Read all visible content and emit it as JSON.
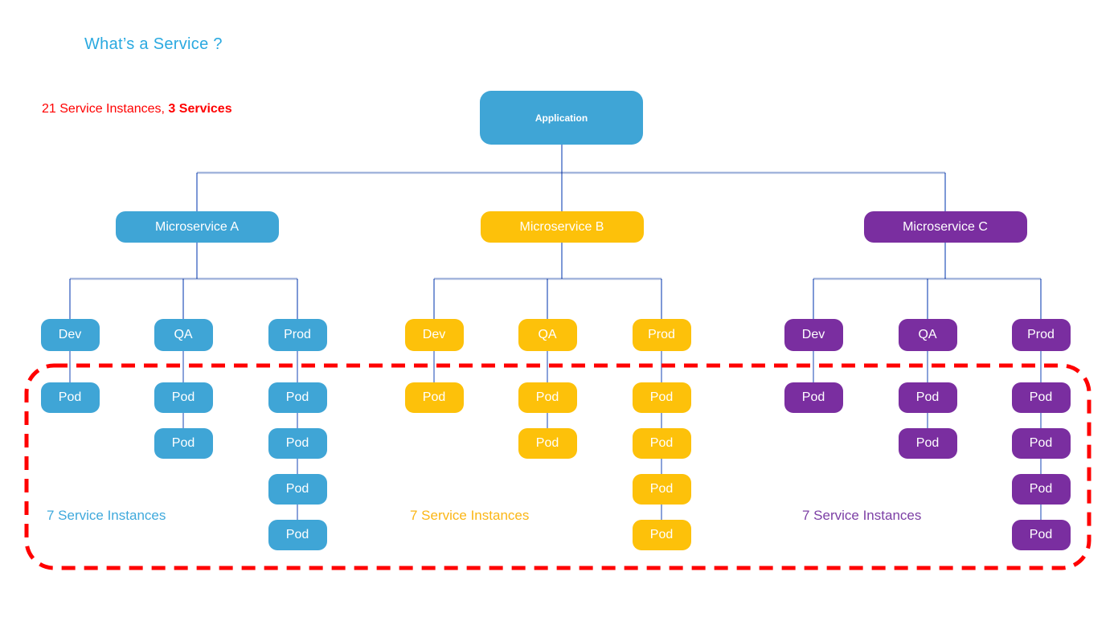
{
  "title": {
    "text": "What’s a Service ?",
    "color": "#2AA9E0"
  },
  "summary": {
    "prefix": "21 Service Instances, ",
    "bold": "3 Services",
    "color": "#FF0000"
  },
  "application": {
    "label": "Application",
    "color": "#3FA5D6"
  },
  "services": [
    {
      "label": "Microservice A",
      "color": "#3FA5D6",
      "label_color": "#3FA9DC",
      "instances_label": "7 Service Instances",
      "environments": [
        {
          "label": "Dev",
          "pods": [
            "Pod"
          ]
        },
        {
          "label": "QA",
          "pods": [
            "Pod",
            "Pod"
          ]
        },
        {
          "label": "Prod",
          "pods": [
            "Pod",
            "Pod",
            "Pod",
            "Pod"
          ]
        }
      ]
    },
    {
      "label": "Microservice B",
      "color": "#FDC10A",
      "label_color": "#FBB615",
      "instances_label": "7 Service Instances",
      "environments": [
        {
          "label": "Dev",
          "pods": [
            "Pod"
          ]
        },
        {
          "label": "QA",
          "pods": [
            "Pod",
            "Pod"
          ]
        },
        {
          "label": "Prod",
          "pods": [
            "Pod",
            "Pod",
            "Pod",
            "Pod"
          ]
        }
      ]
    },
    {
      "label": "Microservice C",
      "color": "#7A2EA0",
      "label_color": "#7C3FA5",
      "instances_label": "7 Service Instances",
      "environments": [
        {
          "label": "Dev",
          "pods": [
            "Pod"
          ]
        },
        {
          "label": "QA",
          "pods": [
            "Pod",
            "Pod"
          ]
        },
        {
          "label": "Prod",
          "pods": [
            "Pod",
            "Pod",
            "Pod",
            "Pod"
          ]
        }
      ]
    }
  ],
  "colors": {
    "connector_vertical": "#7D98D6",
    "connector_horizontal": "#A3B5DC",
    "highlight_border": "#FF0000"
  }
}
